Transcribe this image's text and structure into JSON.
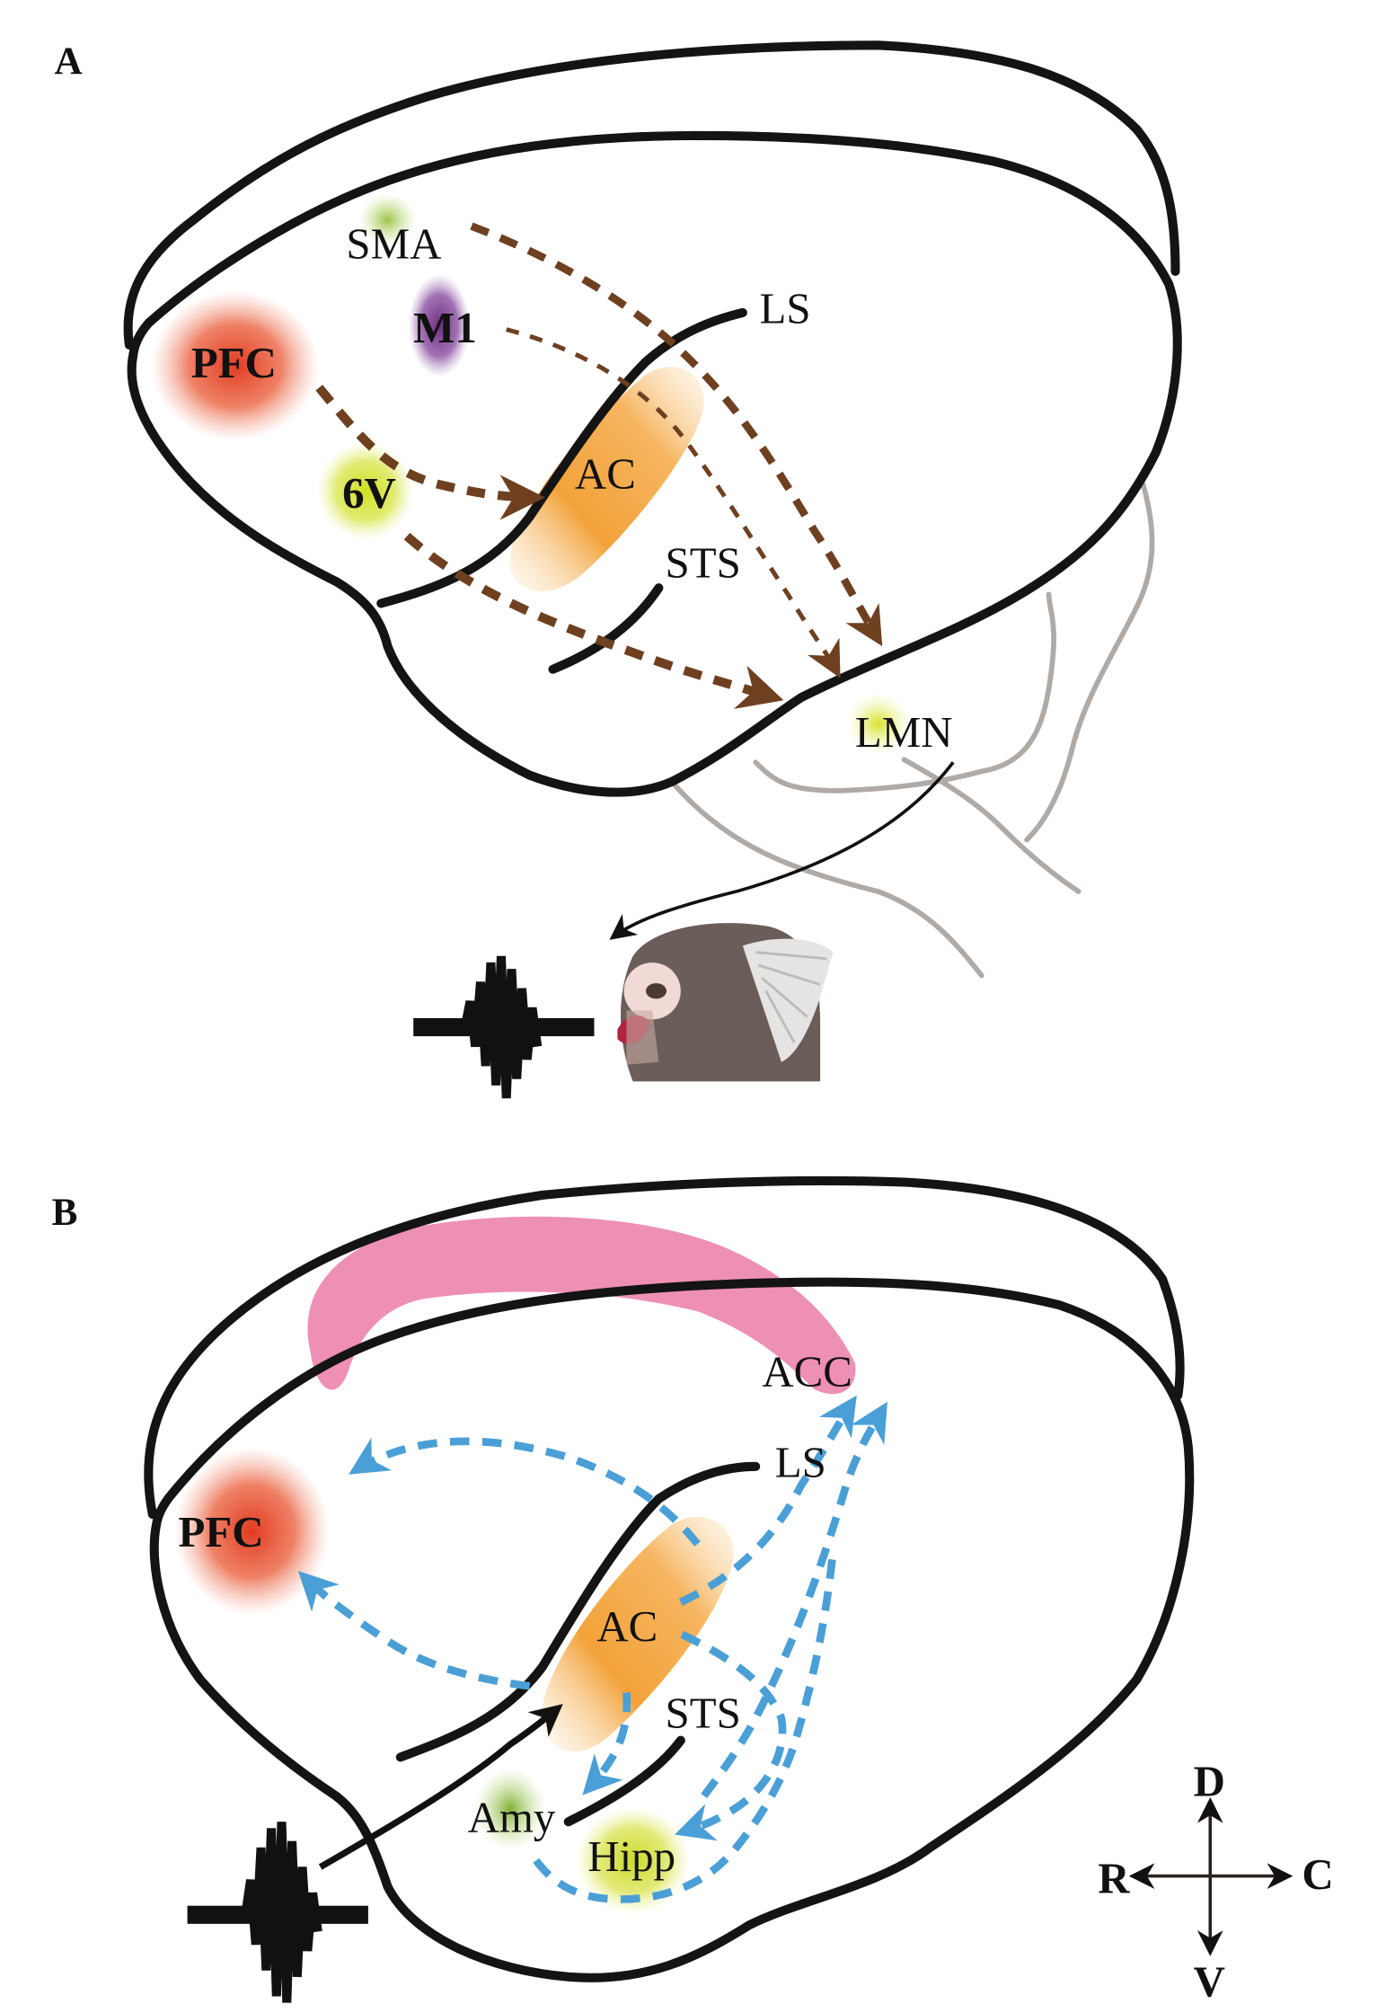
{
  "panels": {
    "A": {
      "label": "A",
      "regions": {
        "sma": "SMA",
        "m1": "M1",
        "pfc": "PFC",
        "v6": "6V",
        "ac": "AC",
        "ls": "LS",
        "sts": "STS",
        "lmn": "LMN"
      },
      "description": "Vocal production pathway: PFC, 6V, SMA, M1 project (brown dashed arrows) to AC and LMN; LMN drives vocalization output"
    },
    "B": {
      "label": "B",
      "regions": {
        "acc": "ACC",
        "ls": "LS",
        "pfc": "PFC",
        "ac": "AC",
        "sts": "STS",
        "amy": "Amy",
        "hipp": "Hipp"
      },
      "description": "Auditory perception pathway: sound input to AC, AC projects (blue dashed arrows) to PFC, ACC, Amy, Hipp"
    }
  },
  "compass": {
    "dorsal": "D",
    "ventral": "V",
    "rostral": "R",
    "caudal": "C"
  },
  "colors": {
    "pfc": "#e8452a",
    "sma": "#9cc34a",
    "m1": "#7b3b8c",
    "v6": "#d9e62a",
    "ac": "#f3a23a",
    "lmn": "#d8e32a",
    "acc": "#ee8fb6",
    "amy": "#8dbb3a",
    "hipp": "#d4e02c",
    "production_arrow": "#6e4020",
    "perception_arrow": "#4a9fd6"
  }
}
